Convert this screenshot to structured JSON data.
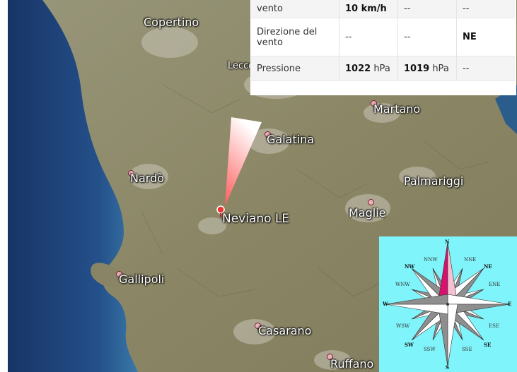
{
  "weather": {
    "rows": [
      {
        "label": "vento",
        "v1": "10 km/h",
        "v2": "--",
        "v3": "--"
      },
      {
        "label": "Direzione del vento",
        "v1": "--",
        "v2": "--",
        "v3": "NE"
      },
      {
        "label": "Pressione",
        "v1": "1022 hPa",
        "v2": "1019 hPa",
        "v3": "--"
      }
    ]
  },
  "map": {
    "places": {
      "copertino": "Copertino",
      "lecce": "Lecce",
      "martano": "Martano",
      "galatina": "Galatina",
      "nardo": "Nardò",
      "palmariggi": "Palmariggi",
      "maglie": "Maglie",
      "neviano": "Neviano LE",
      "gallipoli": "Gallipoli",
      "casarano": "Casarano",
      "ruffano": "Ruffano"
    },
    "wind_direction": "NE"
  },
  "compass": {
    "labels": {
      "n": "N",
      "nne": "NNE",
      "ne": "NE",
      "ene": "ENE",
      "e": "E",
      "ese": "ESE",
      "se": "SE",
      "sse": "SSE",
      "s": "S",
      "ssw": "SSW",
      "sw": "SW",
      "wsw": "WSW",
      "w": "W",
      "wnw": "WNW",
      "nw": "NW",
      "nnw": "NNW"
    },
    "highlight_direction": "NNW",
    "background_color": "#80f4fb",
    "highlight_color": "#d9106f"
  },
  "colors": {
    "sea": "#1f3f7a",
    "land": "#8f8a6a",
    "wind_cone": "#ff8a8a"
  }
}
